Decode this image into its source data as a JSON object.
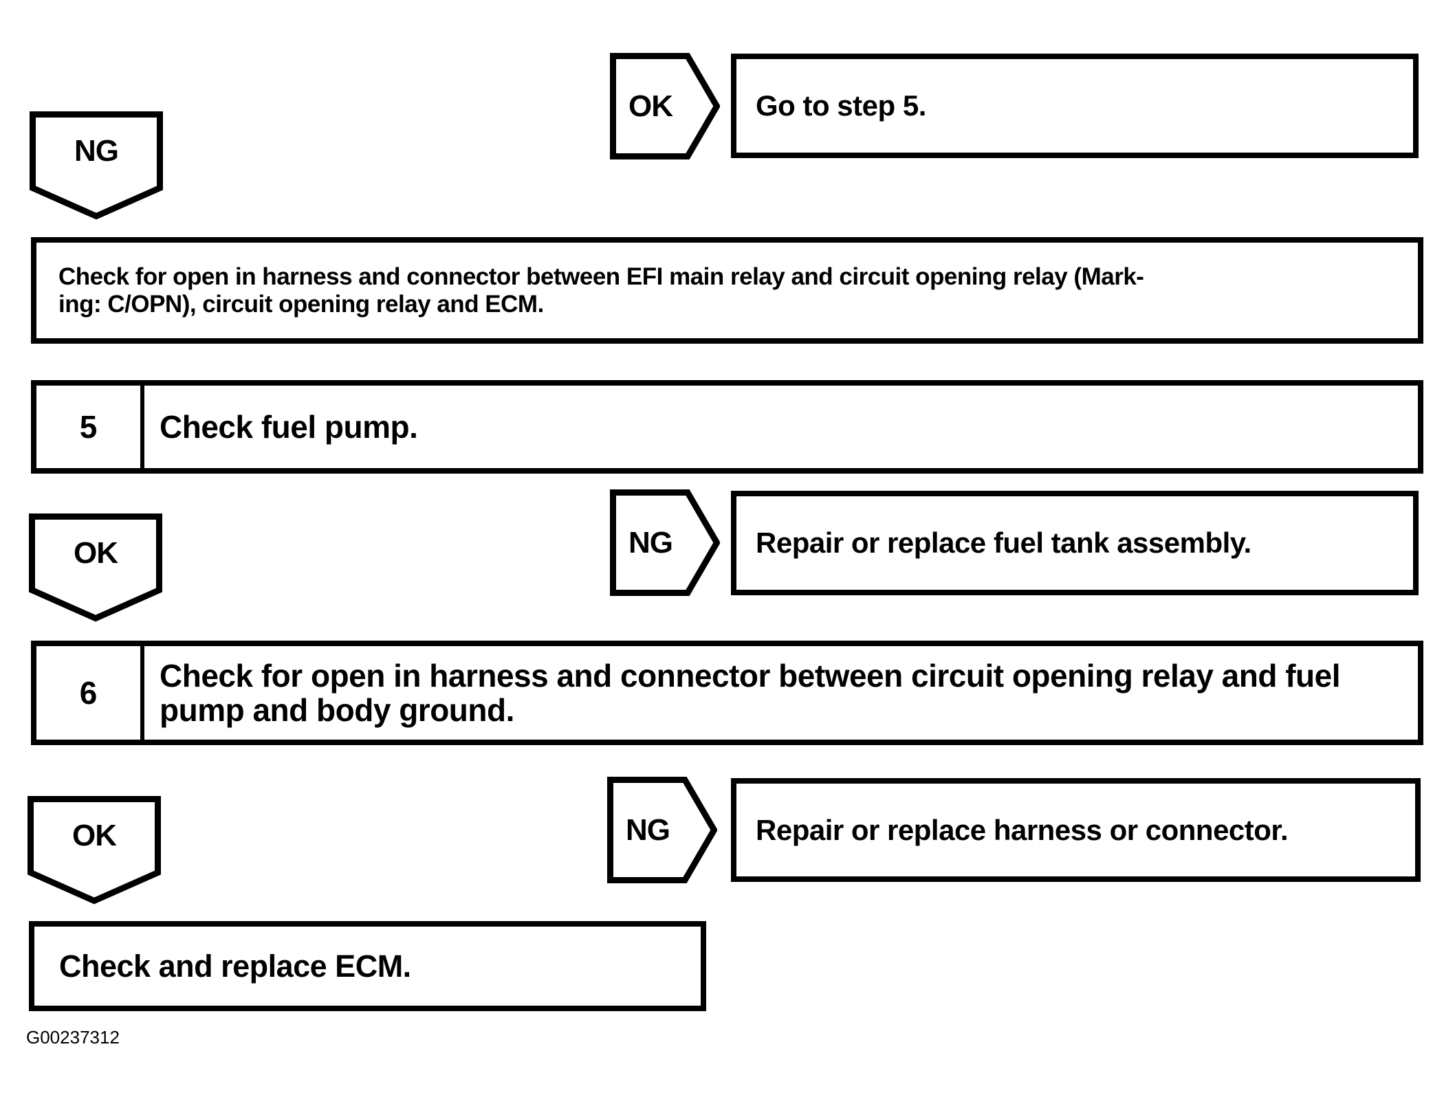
{
  "palette": {
    "ink": "#000000",
    "paper": "#ffffff"
  },
  "connectors": {
    "top_ok_label": "OK",
    "top_ng_label": "NG",
    "step5_ok_label": "OK",
    "step5_ng_label": "NG",
    "step6_ok_label": "OK",
    "step6_ng_label": "NG"
  },
  "boxes": {
    "go_to_step5": {
      "text": "Go to step 5."
    },
    "check_harness_efi": {
      "lines": [
        "Check for open in harness and connector between EFI main relay and circuit opening relay (Mark-",
        "ing: C/OPN), circuit opening relay and ECM."
      ]
    },
    "step5": {
      "number": "5",
      "text": "Check fuel pump."
    },
    "repair_fuel_tank": {
      "text": "Repair or replace fuel tank assembly."
    },
    "step6": {
      "number": "6",
      "lines": [
        "Check for open in harness and connector between circuit opening relay and fuel",
        "pump and body ground."
      ]
    },
    "repair_harness": {
      "text": "Repair or replace harness or connector."
    },
    "check_replace_ecm": {
      "text": "Check and replace ECM."
    }
  },
  "caption": "G00237312"
}
